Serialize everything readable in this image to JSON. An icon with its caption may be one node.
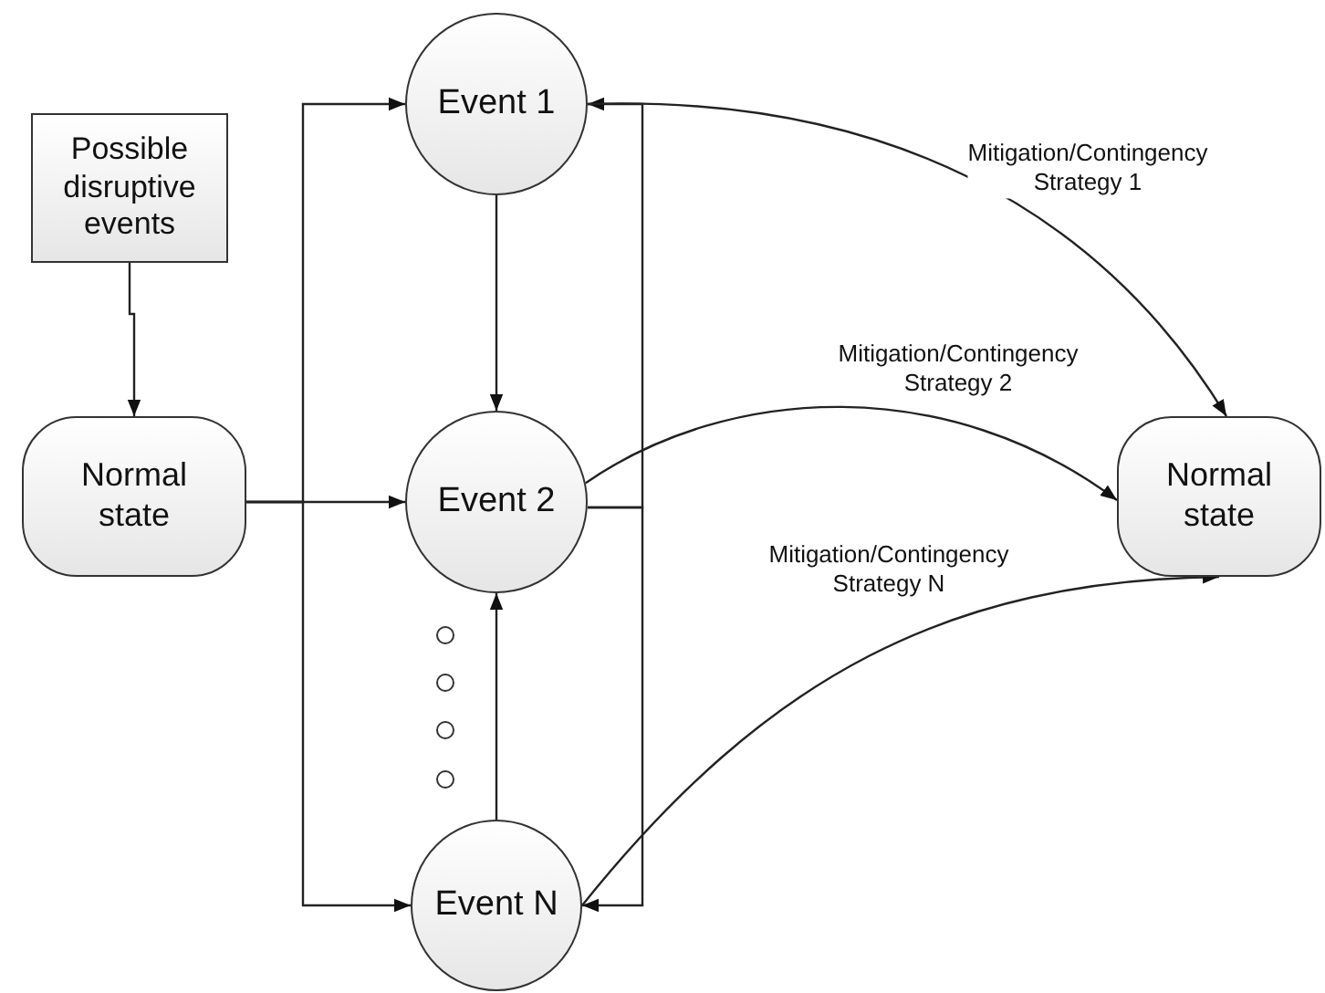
{
  "diagram": {
    "nodes": [
      {
        "text": [
          "Possible disruptive events"
        ]
      },
      {
        "text": [
          "Normal state"
        ]
      },
      {
        "text": [
          "Event 1"
        ]
      },
      {
        "text": [
          "Event 2"
        ]
      },
      {
        "text": [
          "Event N"
        ]
      },
      {
        "text": [
          "Normal state"
        ]
      }
    ],
    "edges": [
      {
        "from": 0,
        "to": 1,
        "arrow": "to"
      },
      {
        "from": 1,
        "to": 2,
        "arrow": "to"
      },
      {
        "from": 1,
        "to": 3,
        "arrow": "to"
      },
      {
        "from": 1,
        "to": 4,
        "arrow": "to"
      },
      {
        "from": 2,
        "to": 3,
        "arrow": "to"
      },
      {
        "from": 4,
        "to": 3,
        "arrow": "to"
      },
      {
        "from": 3,
        "to": 2,
        "arrow": "to"
      },
      {
        "from": 3,
        "to": 4,
        "arrow": "to"
      },
      {
        "from": 2,
        "to": 5,
        "arrow": "to",
        "label": "Mitigation/Contingency Strategy 1"
      },
      {
        "from": 3,
        "to": 5,
        "arrow": "to",
        "label": "Mitigation/Contingency Strategy 2"
      },
      {
        "from": 4,
        "to": 5,
        "arrow": "to",
        "label": "Mitigation/Contingency Strategy N"
      }
    ]
  }
}
